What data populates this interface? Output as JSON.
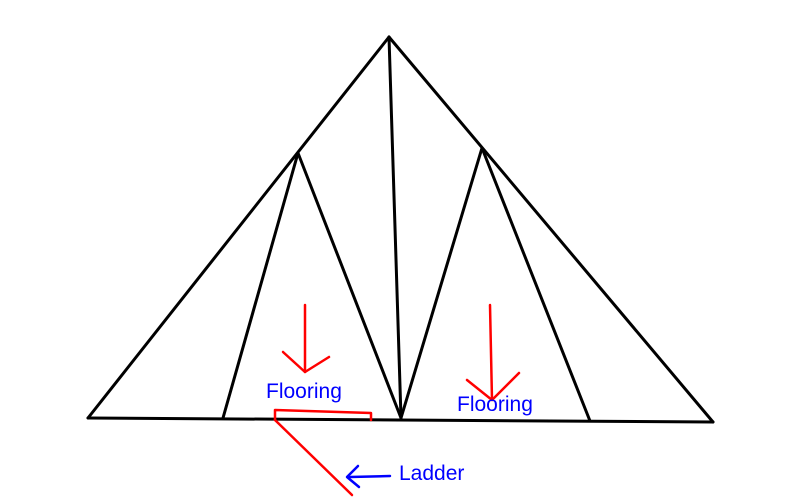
{
  "labels": {
    "flooring_left": "Flooring",
    "flooring_right": "Flooring",
    "ladder": "Ladder"
  },
  "colors": {
    "truss": "#000000",
    "annotation_arrow": "#ff0000",
    "ladder": "#ff0000",
    "label_text": "#0000ff",
    "pointer_arrow": "#0000ff"
  }
}
